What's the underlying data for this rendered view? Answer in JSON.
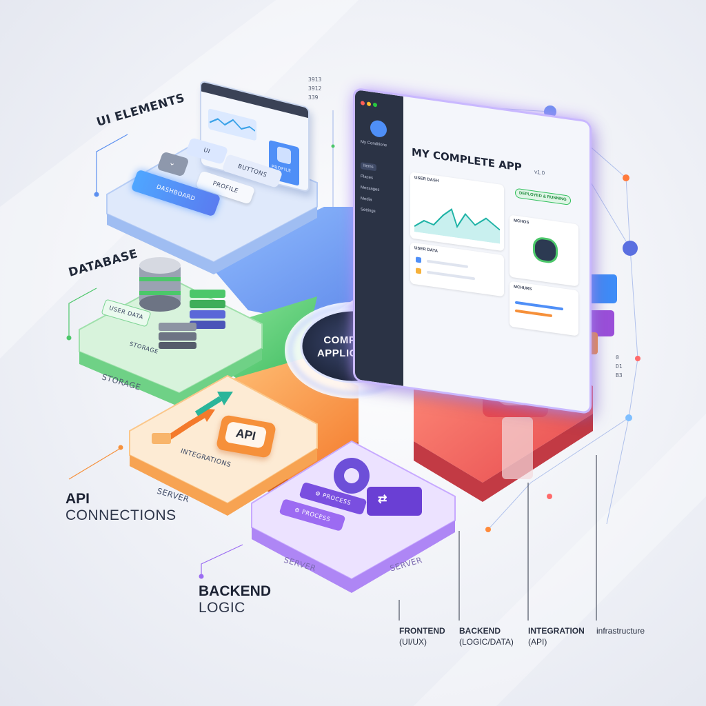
{
  "labels": {
    "ui_elements": "UI ELEMENTS",
    "database": "DATABASE",
    "storage_side": "STORAGE",
    "api_title": "API",
    "api_sub": "CONNECTIONS",
    "backend_title": "BACKEND",
    "backend_sub": "LOGIC"
  },
  "center": {
    "line1": "COMPLETE",
    "line2": "APPLICATION"
  },
  "ui_tile": {
    "ui": "UI",
    "profile_card": "PROFILE",
    "buttons": "BUTTONS",
    "profile": "PROFILE",
    "dashboard": "DASHBOARD"
  },
  "db_tile": {
    "user_data": "USER DATA",
    "storage": "STORAGE"
  },
  "api_tile": {
    "api": "API",
    "integrations": "INTEGRATIONS",
    "server": "SERVER"
  },
  "backend_tile": {
    "process1": "PROCESS",
    "process2": "PROCESS",
    "server1": "SERVER",
    "server2": "SERVER"
  },
  "app_window": {
    "title": "MY COMPLETE APP",
    "version": "v1.0",
    "status": "DEPLOYED & RUNNING",
    "sidebar_user": "My Conditions",
    "sidebar_items": [
      "Items",
      "Places",
      "Messages",
      "Media",
      "Settings"
    ],
    "card_chart": "USER DASH",
    "card_user_data": "USER DATA",
    "card_metrics": "MCHOS",
    "card_numbers": "MCHURS"
  },
  "code_top": [
    "3913",
    "3912",
    "339"
  ],
  "code_right": [
    "0",
    "D1",
    "B3"
  ],
  "legend": [
    {
      "title": "FRONTEND",
      "sub": "(UI/UX)"
    },
    {
      "title": "BACKEND",
      "sub": "(LOGIC/DATA)"
    },
    {
      "title": "INTEGRATION",
      "sub": "(API)"
    },
    {
      "title": "infrastructure",
      "sub": ""
    }
  ],
  "colors": {
    "ui_blue": "#4f8ff7",
    "db_green": "#4cc76a",
    "api_orange": "#f6903a",
    "backend_purple": "#9b6cf2",
    "infra_red": "#ee5b56",
    "center_dark": "#2a3350"
  }
}
